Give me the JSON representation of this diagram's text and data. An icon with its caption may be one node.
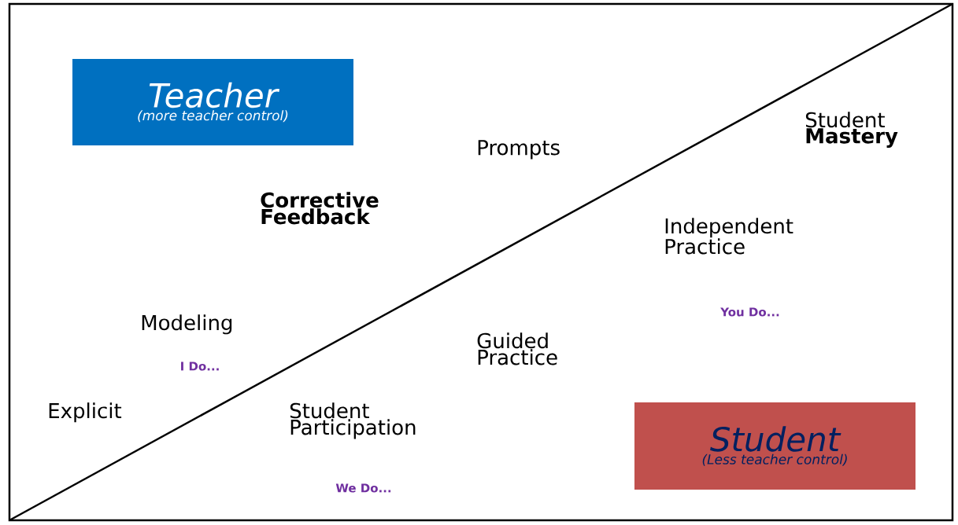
{
  "diagram": {
    "nodes": [
      {
        "text": [
          "Teacher",
          "(more teacher control)"
        ]
      },
      {
        "text": [
          "Student",
          "(Less teacher control)"
        ]
      }
    ],
    "labels": [
      "Prompts",
      "Student **Mastery**",
      "Corrective Feedback",
      "Independent Practice",
      "You Do...",
      "Modeling",
      "Guided Practice",
      "I Do...",
      "Explicit",
      "Student Participation",
      "We Do..."
    ]
  }
}
